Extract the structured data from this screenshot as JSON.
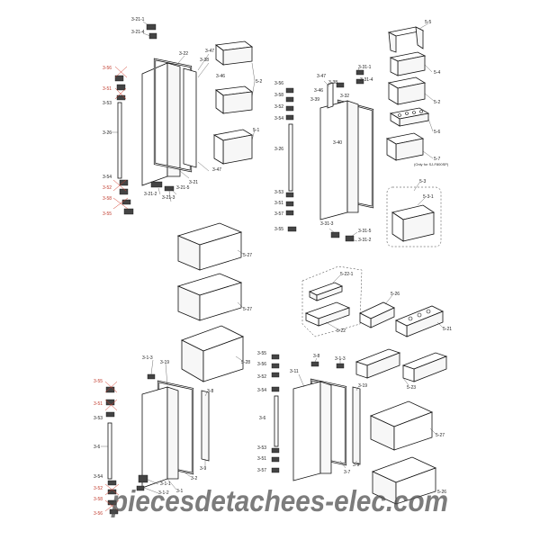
{
  "labels": {
    "l_3_21_1": "3-21-1",
    "l_3_21_4": "3-21-4",
    "l_3_22_a": "3-22",
    "l_3_47_a": "3-47",
    "l_3_38_a": "3-38",
    "l_3_46_a": "3-46",
    "l_5_2_a": "5-2",
    "l_5_1": "5-1",
    "l_3_47_b": "3-47",
    "l_3_21_a": "3-21",
    "l_3_21_5": "3-21-5",
    "l_3_21_2": "3-21-2",
    "l_3_21_3": "3-21-3",
    "l_3_56_a": "3-56",
    "l_3_51_a": "3-51",
    "l_3_53_a": "3-53",
    "l_3_26_a": "3-26",
    "l_3_54_a": "3-54",
    "l_3_52_a": "3-52",
    "l_3_58_a": "3-58",
    "l_3_55_a": "3-55",
    "l_3_47_c": "3-47",
    "l_3_38_b": "3-38",
    "l_3_46_b": "3-46",
    "l_3_32": "3-32",
    "l_3_39": "3-39",
    "l_3_31_1": "3-31-1",
    "l_3_31_4": "3-31-4",
    "l_3_40": "3-40",
    "l_3_56_b": "3-56",
    "l_3_58_b": "3-58",
    "l_3_52_b": "3-52",
    "l_3_54_b": "3-54",
    "l_3_26_b": "3-26",
    "l_3_53_b": "3-53",
    "l_3_51_b": "3-51",
    "l_3_57_a": "3-57",
    "l_3_55_b": "3-55",
    "l_3_31_3": "3-31-3",
    "l_3_31_5": "3-31-5",
    "l_3_31_2": "3-31-2",
    "l_5_5": "5-5",
    "l_5_4": "5-4",
    "l_5_2_b": "5-2",
    "l_5_6": "5-6",
    "l_5_7": "5-7",
    "l_only_note": "(Only for SJ-F800SP)",
    "l_5_3": "5-3",
    "l_5_3_1": "5-3-1",
    "l_5_27_a": "5-27",
    "l_5_27_b": "5-27",
    "l_5_28": "5-28",
    "l_5_22_1": "5-22-1",
    "l_5_22": "5-22",
    "l_5_26": "5-26",
    "l_5_21": "5-21",
    "l_5_23": "5-23",
    "l_5_27_c": "5-27",
    "l_5_26_b": "5-26",
    "l_3_1_3": "3-1-3",
    "l_3_19_a": "3-19",
    "l_3_8_a": "3-8",
    "l_3_55_c": "3-55",
    "l_3_51_c": "3-51",
    "l_3_53_c": "3-53",
    "l_3_6_a": "3-6",
    "l_3_54_c": "3-54",
    "l_3_52_c": "3-52",
    "l_3_58_c": "3-58",
    "l_3_56_c": "3-56",
    "l_3_1_1": "3-1-1",
    "l_3_1_2": "3-1-2",
    "l_3_1": "3-1",
    "l_3_2": "3-2",
    "l_3_9": "3-9",
    "l_3_55_d": "3-55",
    "l_3_56_d": "3-56",
    "l_3_52_d": "3-52",
    "l_3_54_d": "3-54",
    "l_3_11": "3-11",
    "l_3_8_b": "3-8",
    "l_3_1_3_b": "3-1-3",
    "l_3_19_b": "3-19",
    "l_3_6_b": "3-6",
    "l_3_53_d": "3-53",
    "l_3_51_d": "3-51",
    "l_3_57_b": "3-57",
    "l_3_7": "3-7",
    "l_3_9_b": "3-9"
  },
  "watermark": "piecesdetachees-elec.com"
}
